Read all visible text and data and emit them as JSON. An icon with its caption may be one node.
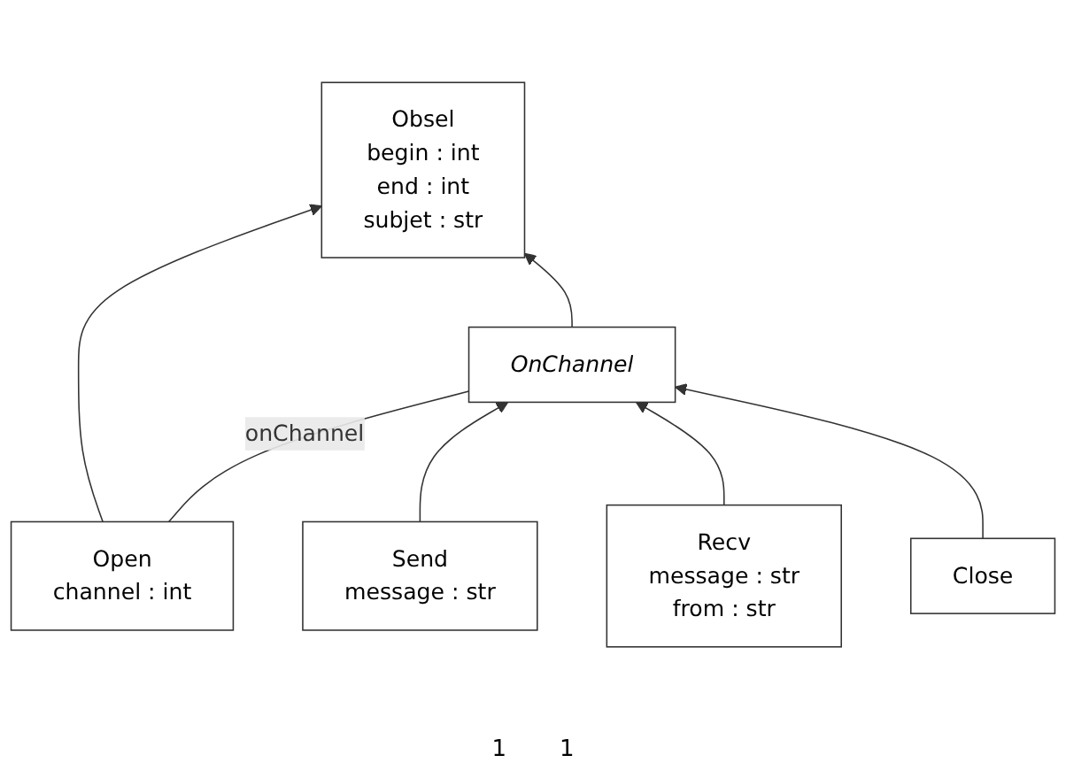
{
  "diagram": {
    "nodes": [
      {
        "text": [
          "Obsel",
          "begin : int",
          "end : int",
          "subjet : str"
        ]
      },
      {
        "text": [
          "Open",
          "channel : int"
        ]
      },
      {
        "text": [
          "OnChannel"
        ]
      },
      {
        "text": [
          "Send",
          "message : str"
        ]
      },
      {
        "text": [
          "Recv",
          "message : str",
          "from : str"
        ]
      },
      {
        "text": [
          "Close"
        ]
      }
    ],
    "edges": [
      {
        "from": 1,
        "to": 0,
        "arrow": "to"
      },
      {
        "from": 2,
        "to": 0,
        "arrow": "to"
      },
      {
        "from": 1,
        "to": 2,
        "arrow": "none",
        "label": "onChannel"
      },
      {
        "from": 3,
        "to": 2,
        "arrow": "to"
      },
      {
        "from": 4,
        "to": 2,
        "arrow": "to"
      },
      {
        "from": 5,
        "to": 2,
        "arrow": "to"
      }
    ],
    "labels": [
      "1",
      "1"
    ]
  }
}
